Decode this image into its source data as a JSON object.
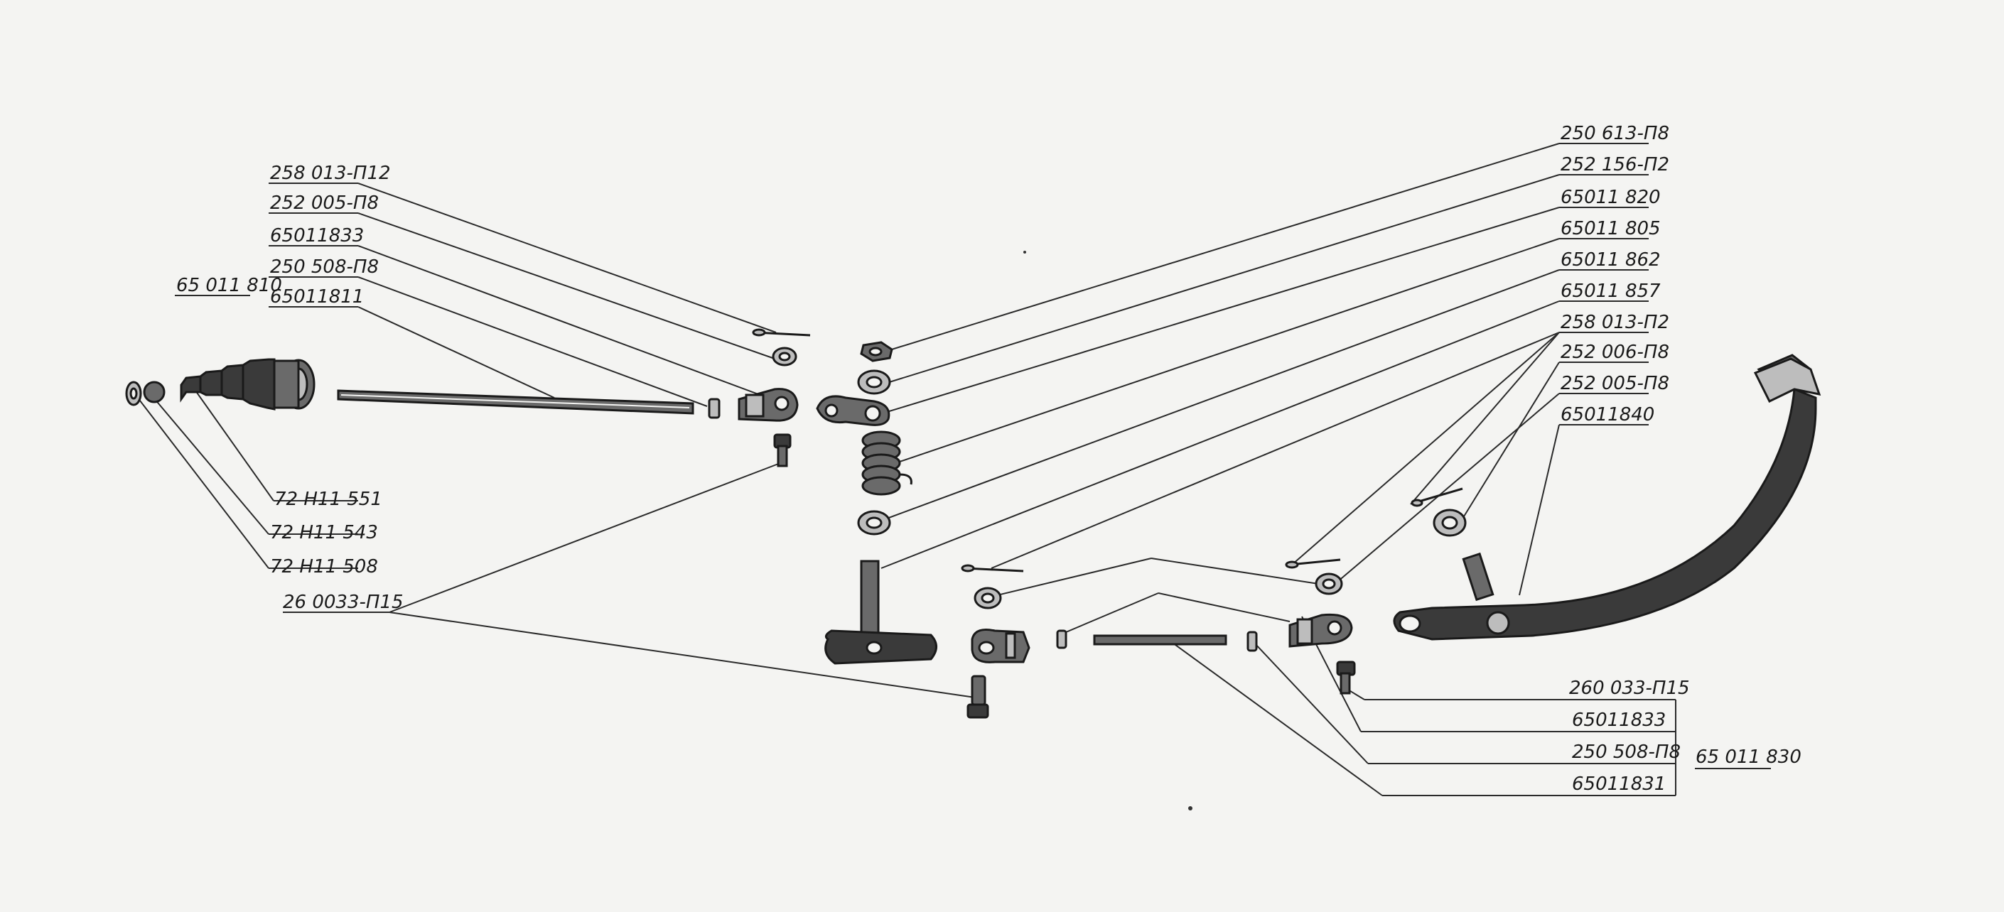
{
  "labels_left": {
    "l1": "258 013-П12",
    "l2": "252 005-П8",
    "l3": "65011833",
    "l4": "250 508-П8",
    "l5": "65011811",
    "l6": "65 011 810",
    "l7": "72 Н11 551",
    "l8": "72 Н11 543",
    "l9": "72 Н11 508",
    "l10": "26 0033-П15"
  },
  "labels_right_top": {
    "r1": "250 613-П8",
    "r2": "252 156-П2",
    "r3": "65011 820",
    "r4": "65011 805",
    "r5": "65011 862",
    "r6": "65011 857",
    "r7": "258 013-П2",
    "r8": "252 006-П8",
    "r9": "252 005-П8",
    "r10": "65011840"
  },
  "labels_right_bottom": {
    "b1": "260 033-П15",
    "b2": "65011833",
    "b3": "250 508-П8",
    "b4": "65011831",
    "b5": "65 011 830"
  }
}
